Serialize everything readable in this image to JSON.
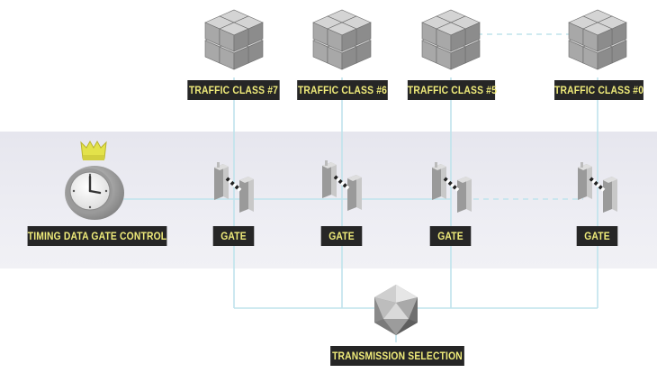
{
  "diagram": {
    "traffic_classes": [
      {
        "label": "TRAFFIC CLASS #7"
      },
      {
        "label": "TRAFFIC CLASS #6"
      },
      {
        "label": "TRAFFIC CLASS #5"
      },
      {
        "label": "TRAFFIC CLASS #0"
      }
    ],
    "gates": [
      {
        "label": "GATE"
      },
      {
        "label": "GATE"
      },
      {
        "label": "GATE"
      },
      {
        "label": "GATE"
      }
    ],
    "gate_control": {
      "label": "TIMING DATA GATE CONTROL"
    },
    "transmission": {
      "label": "TRANSMISSION SELECTION"
    },
    "colors": {
      "line": "#bfe3ec",
      "label_bg": "#262626",
      "label_text": "#f0ec7a",
      "band": "#e9e9f0",
      "crown": "#e3e24a"
    }
  }
}
